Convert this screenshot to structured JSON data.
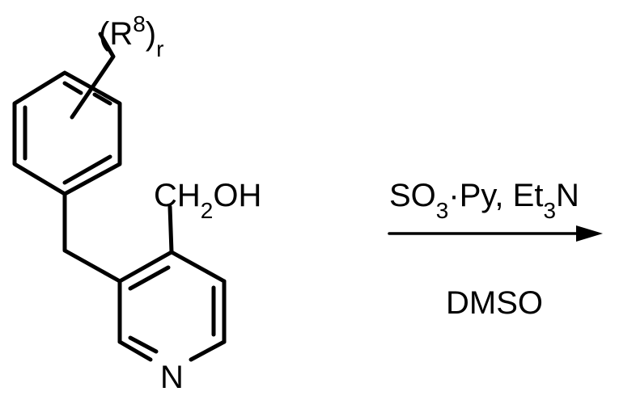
{
  "reaction": {
    "reactant": {
      "substituent": {
        "prefix": "(R",
        "superscript": "8",
        "suffix": ")",
        "subscript": "r"
      },
      "group": {
        "prefix": "CH",
        "subscript": "2",
        "suffix": "OH"
      },
      "heteroatom": "N"
    },
    "arrow": {
      "reagent_above": {
        "part1": "SO",
        "sub1": "3",
        "part2": "·Py, Et",
        "sub2": "3",
        "part3": "N"
      },
      "solvent_below": "DMSO"
    }
  }
}
